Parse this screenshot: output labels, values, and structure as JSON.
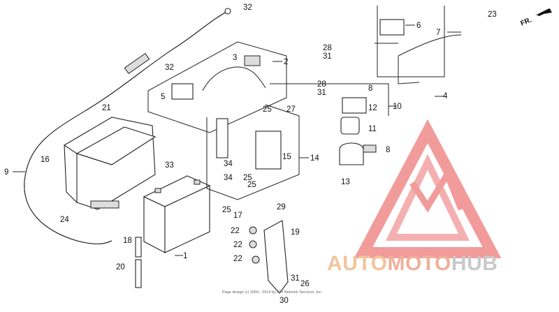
{
  "diagram": {
    "direction_label": "FR.",
    "footer_text": "Page design (c) 2004 - 2014 by ARI Network Services, Inc.",
    "callouts": [
      {
        "id": "c1",
        "text": "1"
      },
      {
        "id": "c2",
        "text": "2"
      },
      {
        "id": "c3",
        "text": "3"
      },
      {
        "id": "c4",
        "text": "4"
      },
      {
        "id": "c5",
        "text": "5"
      },
      {
        "id": "c6",
        "text": "6"
      },
      {
        "id": "c7",
        "text": "7"
      },
      {
        "id": "c8a",
        "text": "8"
      },
      {
        "id": "c8b",
        "text": "8"
      },
      {
        "id": "c9",
        "text": "9"
      },
      {
        "id": "c10",
        "text": "10"
      },
      {
        "id": "c11",
        "text": "11"
      },
      {
        "id": "c12",
        "text": "12"
      },
      {
        "id": "c13",
        "text": "13"
      },
      {
        "id": "c14",
        "text": "14"
      },
      {
        "id": "c15",
        "text": "15"
      },
      {
        "id": "c16",
        "text": "16"
      },
      {
        "id": "c17",
        "text": "17"
      },
      {
        "id": "c18",
        "text": "18"
      },
      {
        "id": "c19",
        "text": "19"
      },
      {
        "id": "c20",
        "text": "20"
      },
      {
        "id": "c21",
        "text": "21"
      },
      {
        "id": "c22a",
        "text": "22"
      },
      {
        "id": "c22b",
        "text": "22"
      },
      {
        "id": "c22c",
        "text": "22"
      },
      {
        "id": "c23",
        "text": "23"
      },
      {
        "id": "c24",
        "text": "24"
      },
      {
        "id": "c25a",
        "text": "25"
      },
      {
        "id": "c25b",
        "text": "25"
      },
      {
        "id": "c25c",
        "text": "25"
      },
      {
        "id": "c25d",
        "text": "25"
      },
      {
        "id": "c26",
        "text": "26"
      },
      {
        "id": "c27",
        "text": "27"
      },
      {
        "id": "c28a",
        "text": "28"
      },
      {
        "id": "c28b",
        "text": "28"
      },
      {
        "id": "c29",
        "text": "29"
      },
      {
        "id": "c30",
        "text": "30"
      },
      {
        "id": "c31a",
        "text": "31"
      },
      {
        "id": "c31b",
        "text": "31"
      },
      {
        "id": "c31c",
        "text": "31"
      },
      {
        "id": "c32a",
        "text": "32"
      },
      {
        "id": "c32b",
        "text": "32"
      },
      {
        "id": "c33",
        "text": "33"
      },
      {
        "id": "c34a",
        "text": "34"
      },
      {
        "id": "c34b",
        "text": "34"
      }
    ]
  },
  "watermark": {
    "brand_part1": "AUTO",
    "brand_part2": "MOTO",
    "brand_part3": "HUB",
    "color_auto": "#f3c49a",
    "color_moto": "#efb09a",
    "color_hub": "#c9c9c9",
    "logo_color": "#ef6f6f"
  }
}
